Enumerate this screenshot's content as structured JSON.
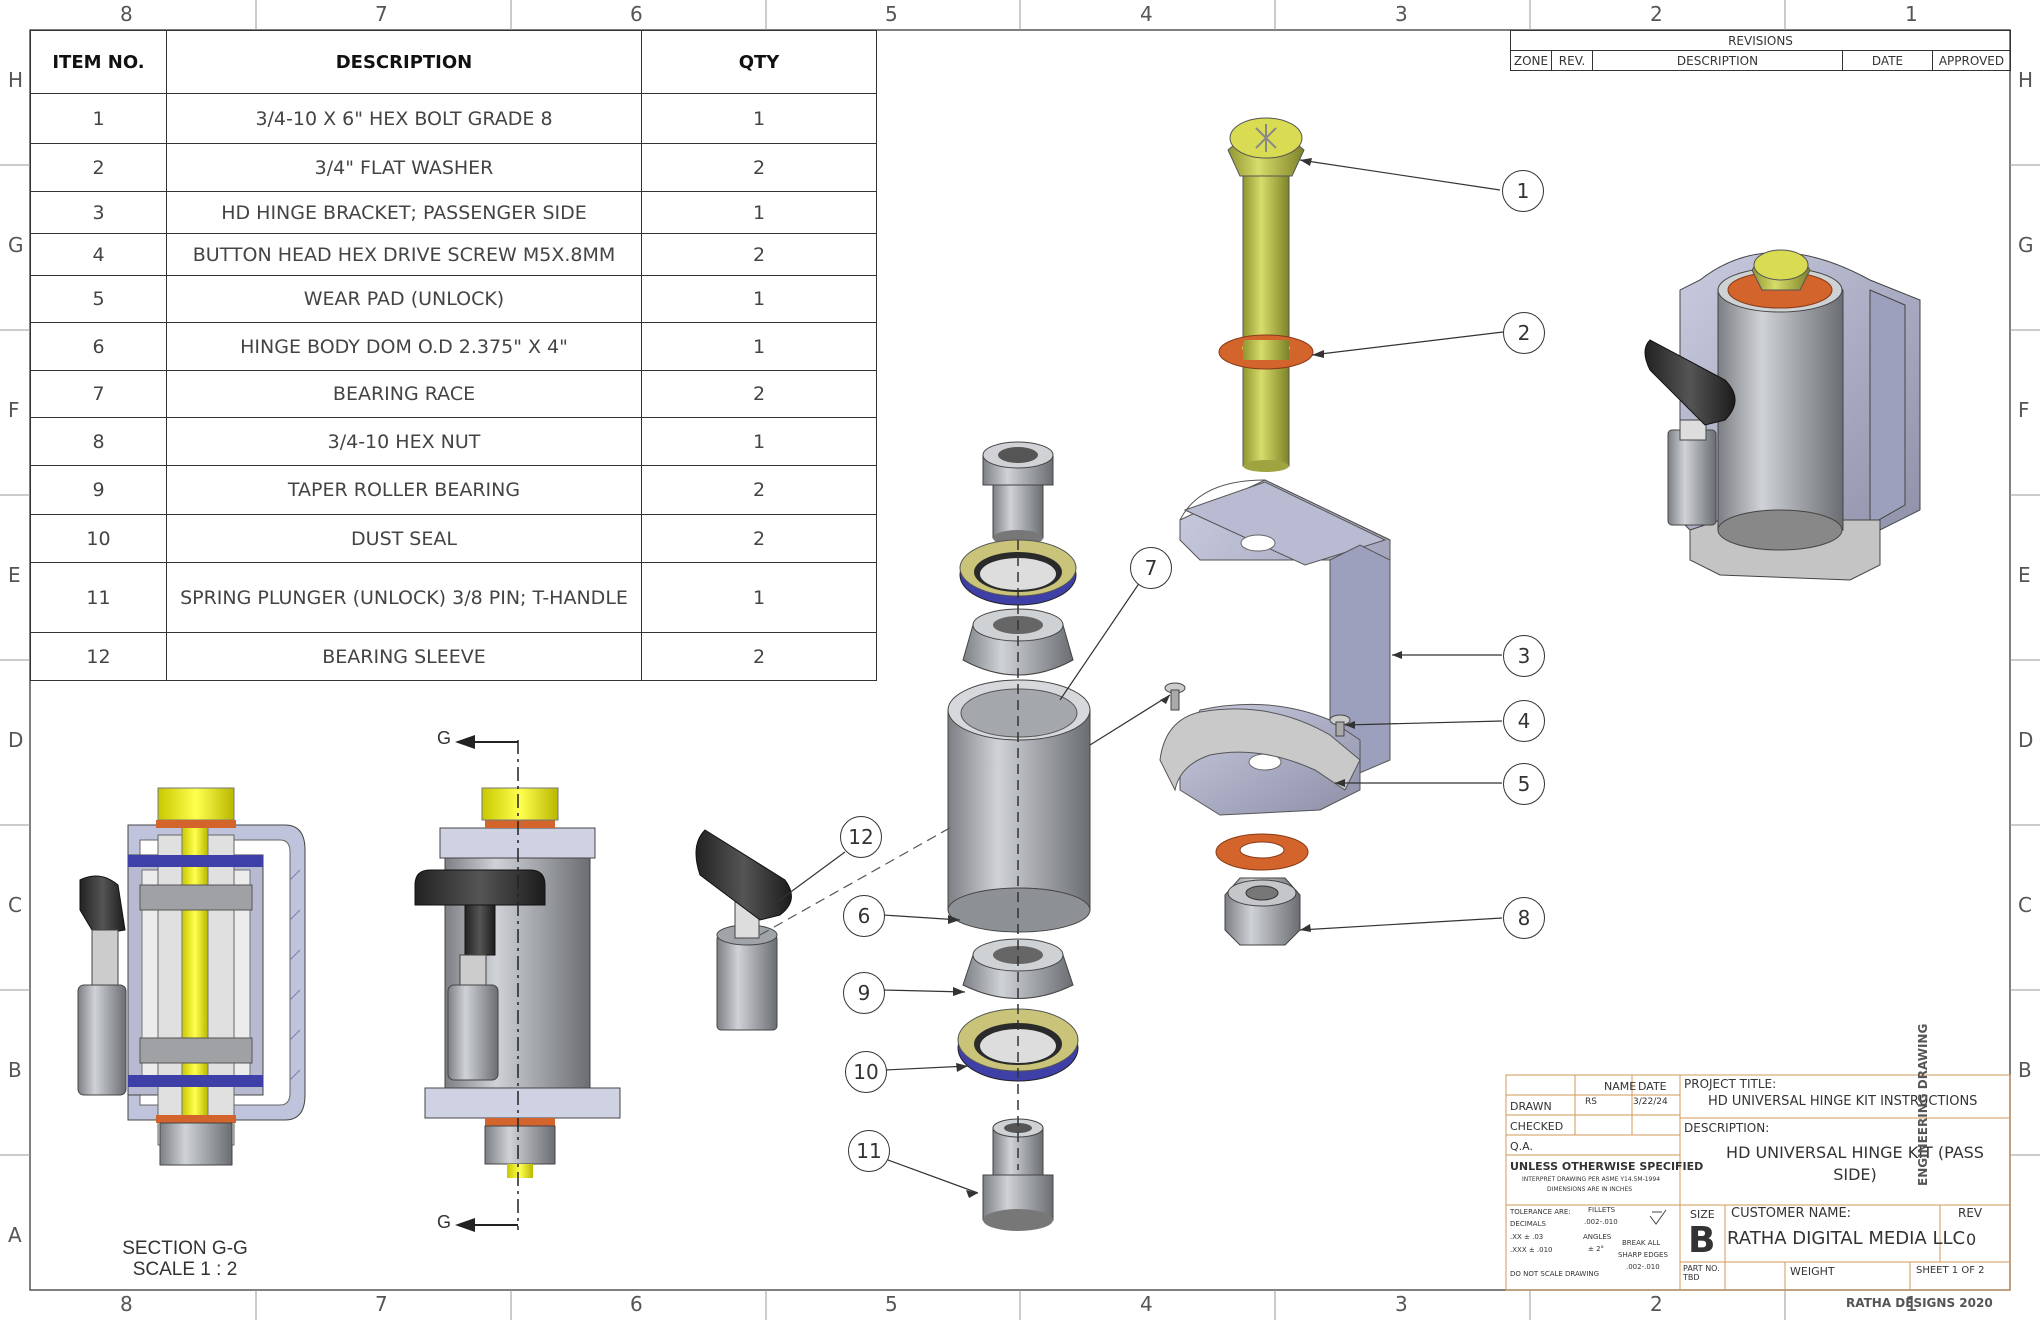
{
  "zones": {
    "top_numbers": [
      "8",
      "7",
      "6",
      "5",
      "4",
      "3",
      "2",
      "1"
    ],
    "side_letters": [
      "H",
      "G",
      "F",
      "E",
      "D",
      "C",
      "B",
      "A"
    ]
  },
  "bom": {
    "headers": {
      "item": "ITEM NO.",
      "description": "DESCRIPTION",
      "qty": "QTY"
    },
    "rows": [
      {
        "item": "1",
        "description": "3/4-10 X 6\" HEX BOLT GRADE 8",
        "qty": "1"
      },
      {
        "item": "2",
        "description": "3/4\" FLAT WASHER",
        "qty": "2"
      },
      {
        "item": "3",
        "description": "HD HINGE BRACKET; PASSENGER SIDE",
        "qty": "1"
      },
      {
        "item": "4",
        "description": "BUTTON HEAD HEX DRIVE SCREW M5X.8MM",
        "qty": "2"
      },
      {
        "item": "5",
        "description": "WEAR PAD (UNLOCK)",
        "qty": "1"
      },
      {
        "item": "6",
        "description": "HINGE BODY DOM O.D 2.375\" X 4\"",
        "qty": "1"
      },
      {
        "item": "7",
        "description": "BEARING RACE",
        "qty": "2"
      },
      {
        "item": "8",
        "description": "3/4-10  HEX NUT",
        "qty": "1"
      },
      {
        "item": "9",
        "description": "TAPER ROLLER BEARING",
        "qty": "2"
      },
      {
        "item": "10",
        "description": "DUST SEAL",
        "qty": "2"
      },
      {
        "item": "11",
        "description": "SPRING PLUNGER (UNLOCK) 3/8 PIN; T-HANDLE",
        "qty": "1"
      },
      {
        "item": "12",
        "description": "BEARING SLEEVE",
        "qty": "2"
      }
    ]
  },
  "revisions": {
    "title": "REVISIONS",
    "cols": [
      "ZONE",
      "REV.",
      "DESCRIPTION",
      "DATE",
      "APPROVED"
    ]
  },
  "callouts": [
    "1",
    "2",
    "3",
    "4",
    "5",
    "6",
    "7",
    "8",
    "9",
    "10",
    "11",
    "12"
  ],
  "section": {
    "line1": "SECTION G-G",
    "line2": "SCALE 1 : 2",
    "marker": "G"
  },
  "title_block": {
    "name_hdr": "NAME",
    "date_hdr": "DATE",
    "drawn": "DRAWN",
    "drawn_name": "RS",
    "drawn_date": "3/22/24",
    "checked": "CHECKED",
    "qa": "Q.A.",
    "unless": "UNLESS OTHERWISE SPECIFIED",
    "interpret": "INTERPRET DRAWING PER ASME Y14.5M-1994",
    "dims": "DIMENSIONS ARE IN INCHES",
    "tolerance": "TOLERANCE ARE:",
    "fillets": "FILLETS",
    "decimals": "DECIMALS",
    "fillet_val": ".002-.010",
    "two_place": ".XX ± .03",
    "three_place": ".XXX ± .010",
    "angles": "ANGLES",
    "angle_val": "± 2°",
    "break_all": "BREAK ALL",
    "sharp_edges": "SHARP EDGES",
    "edge_val": ".002-.010",
    "no_scale": "DO NOT SCALE DRAWING",
    "project_title_label": "PROJECT TITLE:",
    "project_title": "HD UNIVERSAL HINGE KIT INSTRUCTIONS",
    "description_label": "DESCRIPTION:",
    "description": "HD UNIVERSAL HINGE KIT (PASS SIDE)",
    "size_label": "SIZE",
    "size": "B",
    "customer_label": "CUSTOMER NAME:",
    "customer": "RATHA DIGITAL MEDIA LLC",
    "rev_label": "REV",
    "rev": "0",
    "part_no_label": "PART NO.",
    "part_no": "TBD",
    "weight_label": "WEIGHT",
    "sheet": "SHEET 1 OF 2",
    "side_label": "ENGINEERING DRAWING",
    "footer": "RATHA DESIGNS 2020"
  }
}
